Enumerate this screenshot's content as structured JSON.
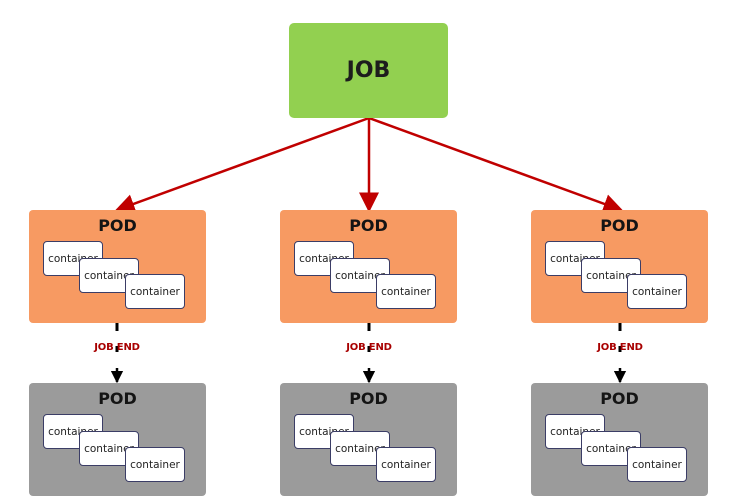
{
  "job": {
    "label": "JOB",
    "color": "#92d050"
  },
  "colors": {
    "arrow_red": "#c00000",
    "arrow_black": "#000000",
    "pod_running": "#f79a62",
    "pod_ended": "#9b9b9b",
    "job_end_text": "#a80000"
  },
  "columns": [
    {
      "running_pod": {
        "title": "POD",
        "containers": [
          "container",
          "container",
          "container"
        ]
      },
      "event_label": "JOB END",
      "ended_pod": {
        "title": "POD",
        "containers": [
          "container",
          "container",
          "container"
        ]
      }
    },
    {
      "running_pod": {
        "title": "POD",
        "containers": [
          "container",
          "container",
          "container"
        ]
      },
      "event_label": "JOB END",
      "ended_pod": {
        "title": "POD",
        "containers": [
          "container",
          "container",
          "container"
        ]
      }
    },
    {
      "running_pod": {
        "title": "POD",
        "containers": [
          "container",
          "container",
          "container"
        ]
      },
      "event_label": "JOB END",
      "ended_pod": {
        "title": "POD",
        "containers": [
          "container",
          "container",
          "container"
        ]
      }
    }
  ]
}
